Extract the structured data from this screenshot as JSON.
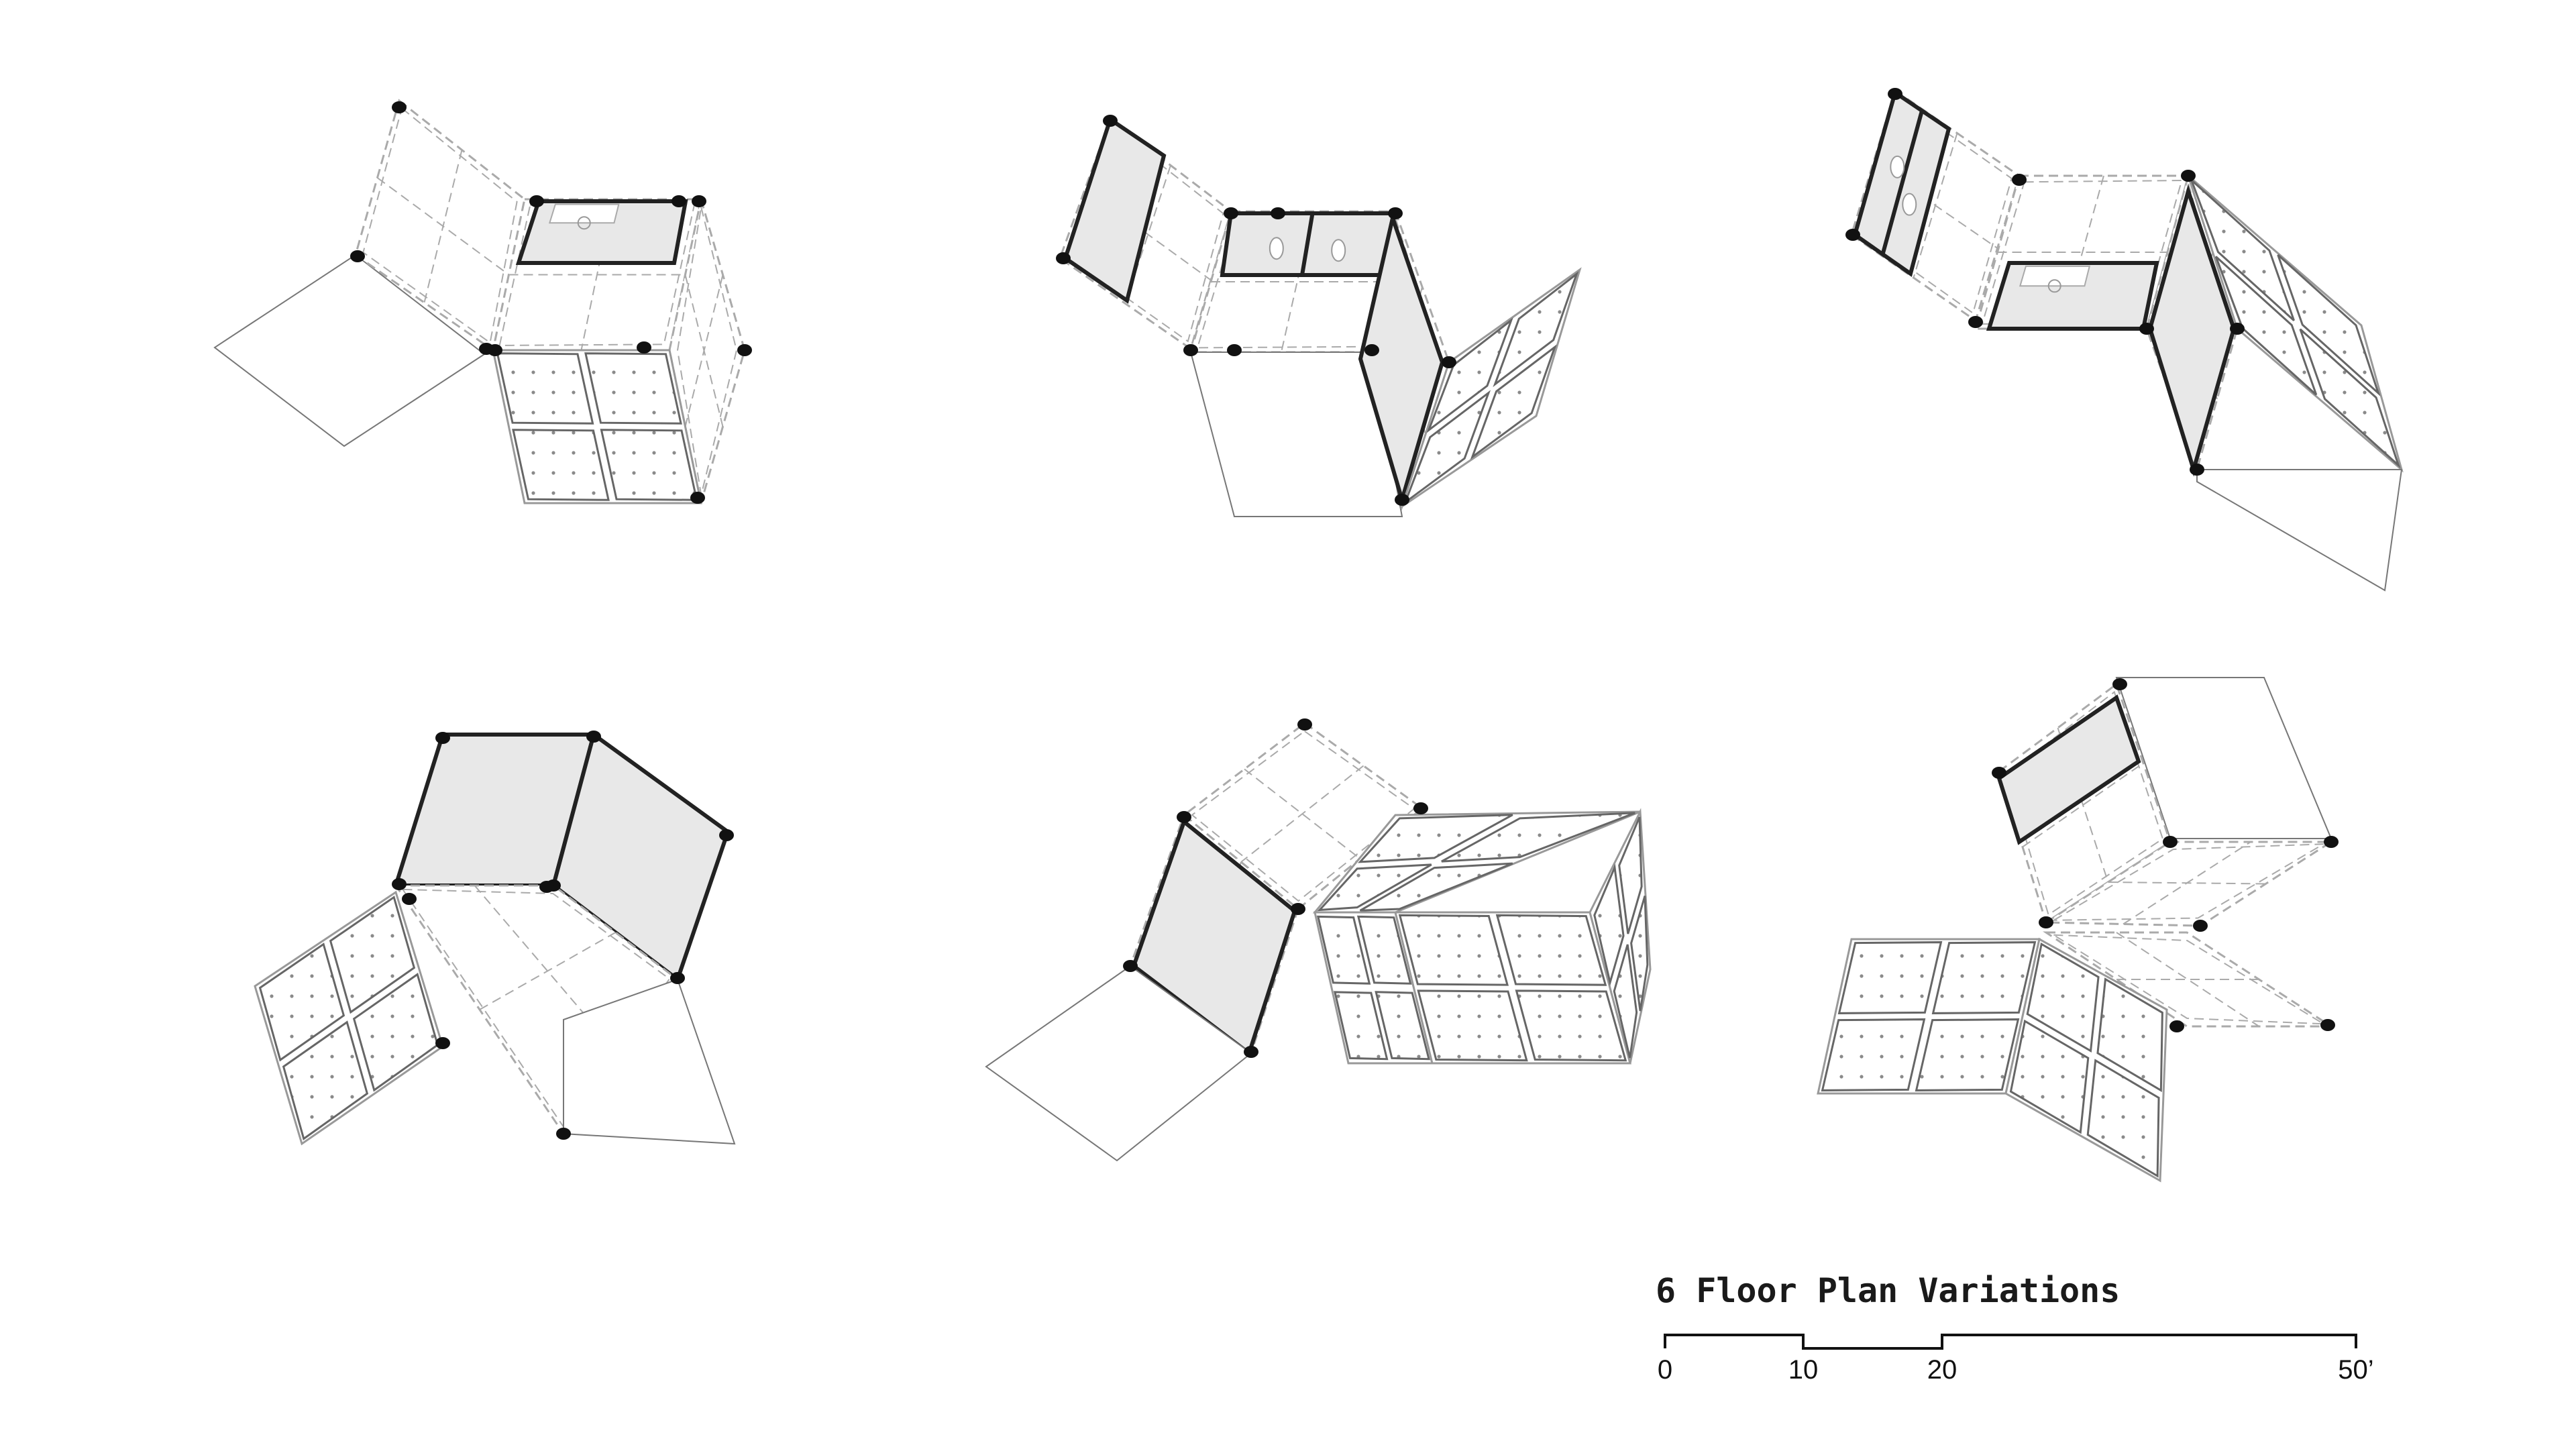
{
  "title": "6 Floor Plan Variations",
  "scale_bar": {
    "labels": [
      "0",
      "10",
      "20",
      "50’"
    ]
  },
  "colors": {
    "line": "#222222",
    "dashed": "#aaaaaa",
    "outline": "#999999",
    "room_fill": "#e8e8e8",
    "dot": "#8a8a8a",
    "post": "#111111"
  },
  "icons": [
    "toilet-icon",
    "sink-icon",
    "kitchen-counter-icon"
  ]
}
